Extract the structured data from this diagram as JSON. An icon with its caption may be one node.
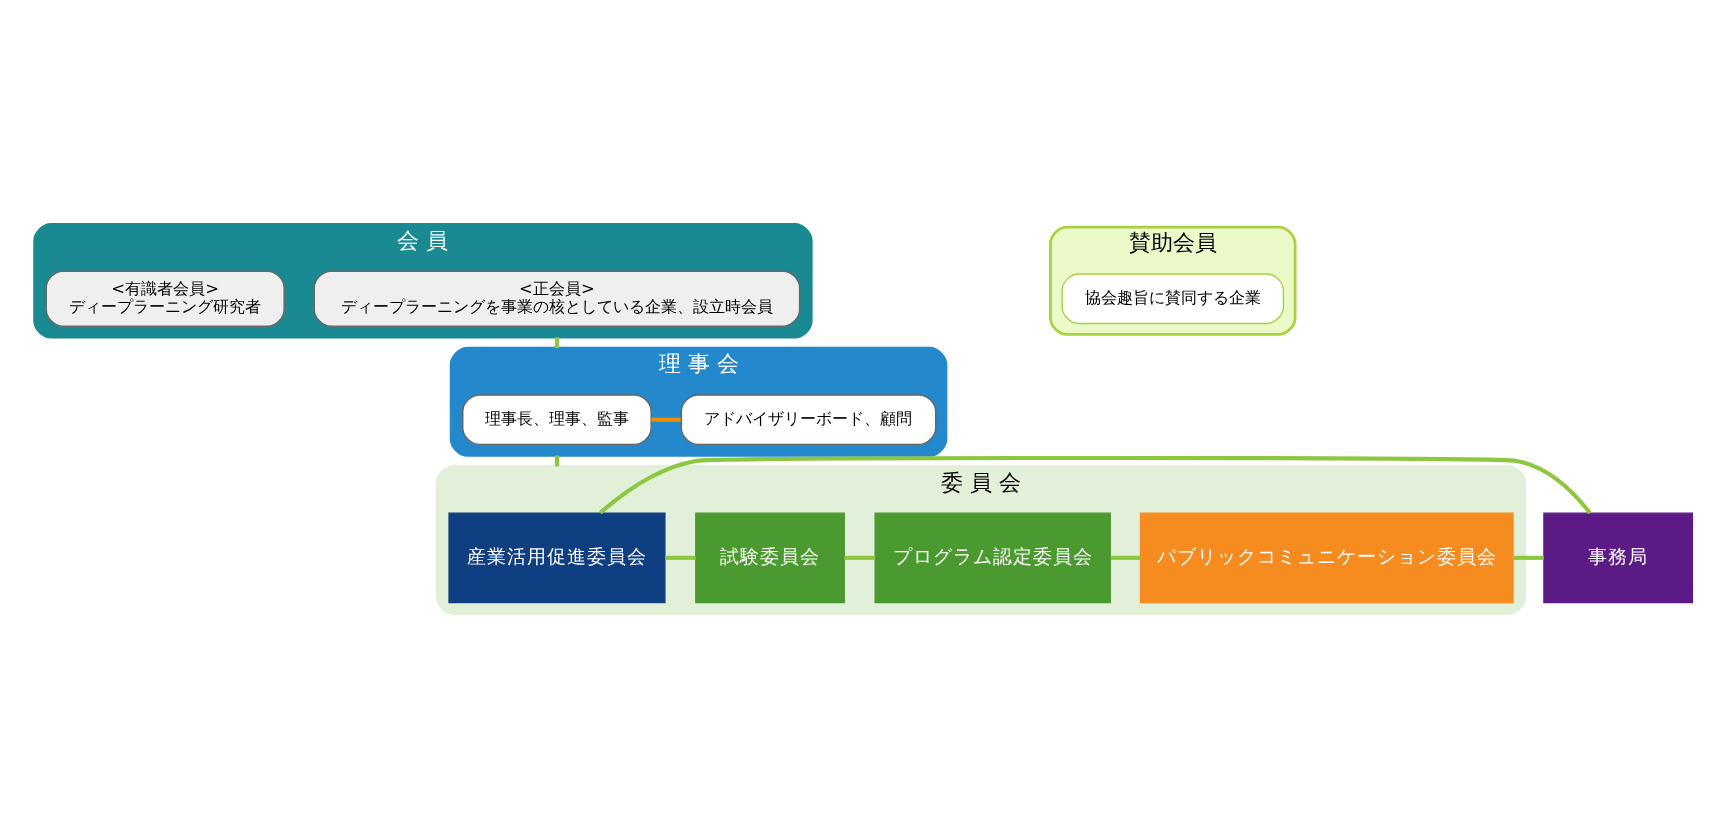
{
  "diagram": {
    "nodes": [
      {
        "text": [
          "会 員"
        ]
      },
      {
        "text": [
          "<正会員>",
          "ディープラーニングを事業の核としている企業、設立時会員"
        ],
        "in": 0
      },
      {
        "text": [
          "<有識者会員>",
          "ディープラーニング研究者"
        ],
        "in": 0
      },
      {
        "text": [
          "賛助会員"
        ]
      },
      {
        "text": [
          "協会趣旨に賛同する企業"
        ],
        "in": 3
      },
      {
        "text": [
          "理 事 会"
        ]
      },
      {
        "text": [
          "理事長、理事、監事"
        ],
        "in": 5
      },
      {
        "text": [
          "アドバイザリーボード、顧問"
        ],
        "in": 5
      },
      {
        "text": [
          "委 員 会"
        ]
      },
      {
        "text": [
          "産業活用促進委員会"
        ],
        "in": 8
      },
      {
        "text": [
          "試験委員会"
        ],
        "in": 8
      },
      {
        "text": [
          "プログラム認定委員会"
        ],
        "in": 8
      },
      {
        "text": [
          "パブリックコミュニケーション委員会"
        ],
        "in": 8
      },
      {
        "text": [
          "事務局"
        ]
      }
    ],
    "edges": [
      {
        "from": 0,
        "to": 5,
        "arrow": "none"
      },
      {
        "from": 5,
        "to": 8,
        "arrow": "none"
      },
      {
        "from": 6,
        "to": 7,
        "arrow": "none",
        "color": "#f08c00"
      },
      {
        "from": 9,
        "to": 10,
        "arrow": "none"
      },
      {
        "from": 10,
        "to": 11,
        "arrow": "none"
      },
      {
        "from": 11,
        "to": 12,
        "arrow": "none"
      },
      {
        "from": 12,
        "to": 13,
        "arrow": "none"
      },
      {
        "from": 9,
        "to": 13,
        "arrow": "none"
      }
    ]
  }
}
